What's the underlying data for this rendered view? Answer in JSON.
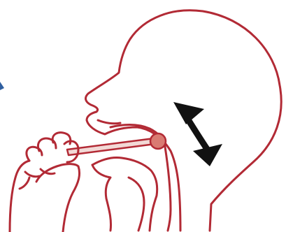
{
  "figure": {
    "colors": {
      "outline": "#b22a35",
      "swab_fill": "#d97a72",
      "arrow": "#111111",
      "left_edge_mark": "#2f5fa0",
      "background": "#ffffff"
    },
    "icons": {
      "head": "head-profile-outline",
      "hand": "hand-holding-swab",
      "swab": "throat-swab",
      "arrow": "double-headed-curved-arrow"
    }
  }
}
